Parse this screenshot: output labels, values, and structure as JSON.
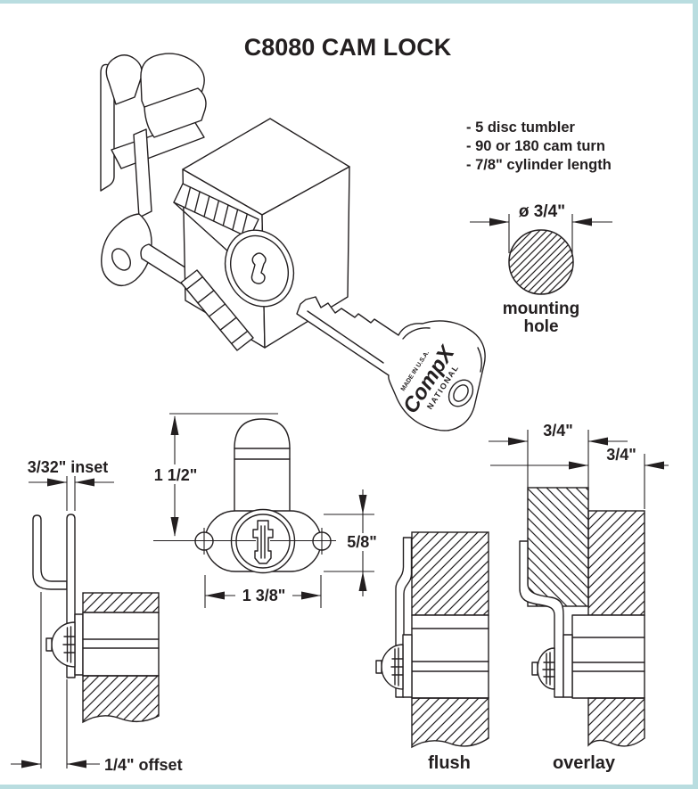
{
  "title": "C8080 CAM LOCK",
  "features": {
    "line1": "- 5 disc tumbler",
    "line2": "- 90 or 180 cam turn",
    "line3": "- 7/8\" cylinder length"
  },
  "mounting_hole": {
    "dimension": "ø 3/4\"",
    "label_line1": "mounting",
    "label_line2": "hole"
  },
  "front_view": {
    "cylinder_height": "1 1/2\"",
    "flange_height": "5/8\"",
    "flange_width": "1 3/8\""
  },
  "side_view": {
    "inset": "3/32\" inset",
    "offset": "1/4\" offset"
  },
  "mount_views": {
    "flush": "flush",
    "overlay": "overlay",
    "front_panel_thickness": "3/4\"",
    "back_panel_thickness": "3/4\""
  },
  "key": {
    "brand": "CompX",
    "brand_sub": "NATIONAL",
    "made_in": "MADE IN U.S.A."
  },
  "colors": {
    "line": "#231f20",
    "border": "#b9dde0",
    "background": "#ffffff"
  }
}
